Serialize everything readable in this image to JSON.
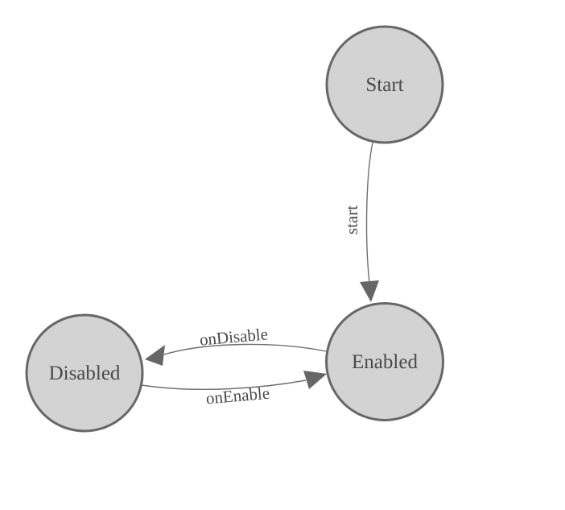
{
  "diagram": {
    "type": "state-machine",
    "colors": {
      "node_fill": "#d3d3d3",
      "node_stroke": "#676767",
      "edge_color": "#6f6f6f",
      "arrow_color": "#666666",
      "label_color": "#4a4a4a"
    },
    "nodes": [
      {
        "id": "start",
        "label": "Start"
      },
      {
        "id": "enabled",
        "label": "Enabled"
      },
      {
        "id": "disabled",
        "label": "Disabled"
      }
    ],
    "edges": [
      {
        "from": "Start",
        "to": "Enabled",
        "label": "start"
      },
      {
        "from": "Enabled",
        "to": "Disabled",
        "label": "onDisable"
      },
      {
        "from": "Disabled",
        "to": "Enabled",
        "label": "onEnable"
      }
    ]
  }
}
